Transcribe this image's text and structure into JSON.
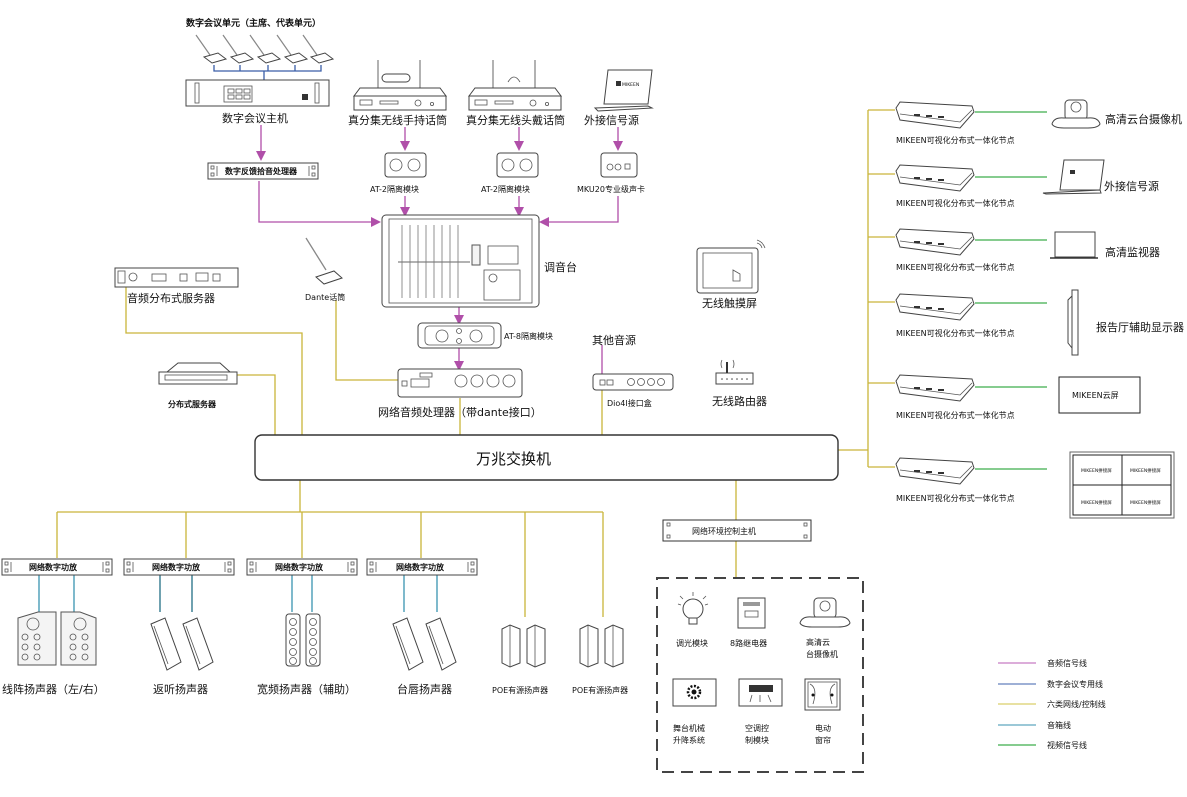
{
  "colors": {
    "audio_signal": "#b04fa9",
    "conference_line": "#3a5ea8",
    "network_control": "#c9b53a",
    "speaker_line": "#5fa8bf",
    "video_signal": "#3fae4c"
  },
  "top": {
    "conference_units": "数字会议单元（主席、代表单元）",
    "conference_host": "数字会议主机",
    "feedback_processor": "数字反馈拾音处理器",
    "handheld_mic": "真分集无线手持话筒",
    "headset_mic": "真分集无线头戴话筒",
    "external_source": "外接信号源",
    "at2_a": "AT-2隔离模块",
    "at2_b": "AT-2隔离模块",
    "sound_card": "MKU20专业级声卡",
    "mixer": "调音台",
    "dante_mic": "Dante话筒",
    "audio_server": "音频分布式服务器",
    "dist_server": "分布式服务器",
    "at8": "AT-8隔离模块",
    "network_processor": "网络音频处理器（带dante接口）",
    "other_source": "其他音源",
    "dio4i": "Dio4I接口盒",
    "touch_screen": "无线触摸屏",
    "router": "无线路由器",
    "laptop_logo": "MIKEEN"
  },
  "switch": {
    "label": "万兆交换机"
  },
  "nodes": {
    "node_label": "MIKEEN可视化分布式一体化节点",
    "outputs": [
      {
        "label": "高清云台摄像机"
      },
      {
        "label": "外接信号源"
      },
      {
        "label": "高清监视器"
      },
      {
        "label": "报告厅辅助显示器"
      },
      {
        "label": "MIKEEN云屏"
      },
      {
        "label": "MIKEEN拼接屏"
      }
    ]
  },
  "amplifiers": {
    "amp_label": "网络数字功放",
    "speakers": [
      {
        "label": "线阵扬声器（左/右）"
      },
      {
        "label": "返听扬声器"
      },
      {
        "label": "宽频扬声器（辅助）"
      },
      {
        "label": "台唇扬声器"
      }
    ],
    "poe_speakers": [
      {
        "label": "POE有源扬声器"
      },
      {
        "label": "POE有源扬声器"
      }
    ]
  },
  "env_control": {
    "host": "网络环境控制主机",
    "items": [
      {
        "label_1": "调光模块",
        "label_2": ""
      },
      {
        "label_1": "8路继电器",
        "label_2": ""
      },
      {
        "label_1": "高清云",
        "label_2": "台摄像机"
      },
      {
        "label_1": "舞台机械",
        "label_2": "升降系统"
      },
      {
        "label_1": "空调控",
        "label_2": "制模块"
      },
      {
        "label_1": "电动",
        "label_2": "窗帘"
      }
    ]
  },
  "legend": [
    {
      "label": "音频信号线",
      "color": "#c77cc3"
    },
    {
      "label": "数字会议专用线",
      "color": "#7f96c9"
    },
    {
      "label": "六类网线/控制线",
      "color": "#d9cf6a"
    },
    {
      "label": "音箱线",
      "color": "#5fa8bf"
    },
    {
      "label": "视频信号线",
      "color": "#3fae4c"
    }
  ]
}
